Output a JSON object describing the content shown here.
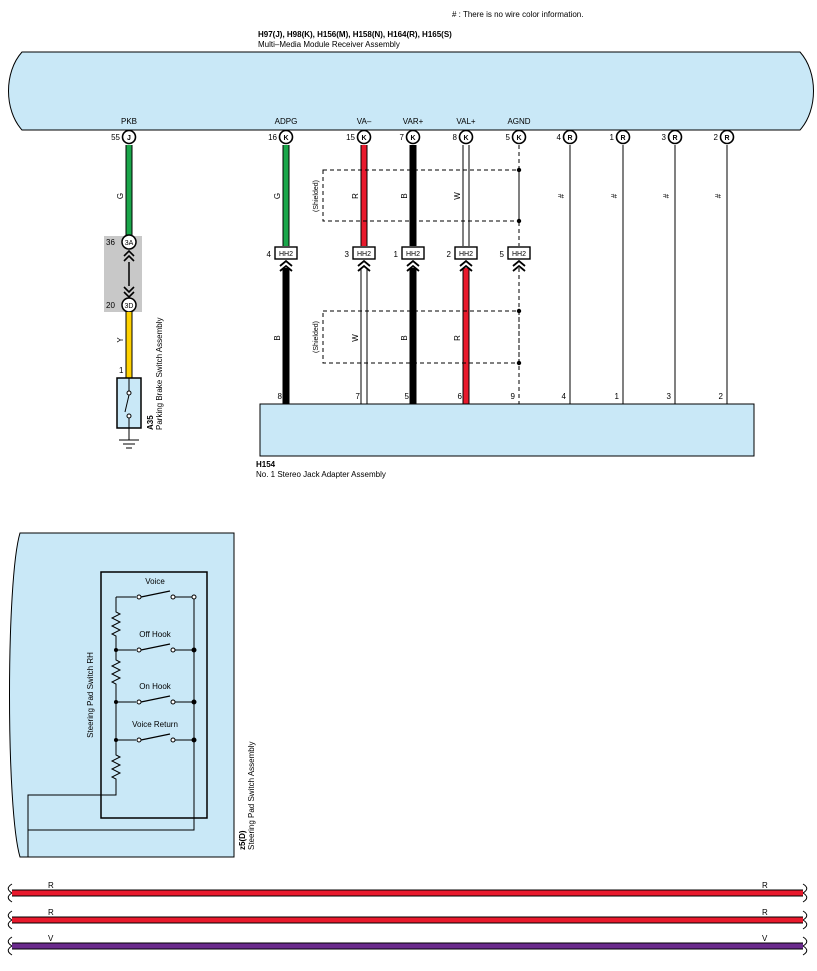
{
  "note": "# : There is no wire color information.",
  "receiver": {
    "connectors": "H97(J), H98(K), H156(M), H158(N), H164(R), H165(S)",
    "name": "Multi–Media Module Receiver Assembly"
  },
  "terminals": [
    {
      "signal": "PKB",
      "pin": "55",
      "conn": "J"
    },
    {
      "signal": "ADPG",
      "pin": "16",
      "conn": "K"
    },
    {
      "signal": "VA–",
      "pin": "15",
      "conn": "K"
    },
    {
      "signal": "VAR+",
      "pin": "7",
      "conn": "K"
    },
    {
      "signal": "VAL+",
      "pin": "8",
      "conn": "K"
    },
    {
      "signal": "AGND",
      "pin": "5",
      "conn": "K"
    },
    {
      "signal": "",
      "pin": "4",
      "conn": "R"
    },
    {
      "signal": "",
      "pin": "1",
      "conn": "R"
    },
    {
      "signal": "",
      "pin": "3",
      "conn": "R"
    },
    {
      "signal": "",
      "pin": "2",
      "conn": "R"
    }
  ],
  "upper_wire_colors": [
    "G",
    "G",
    "R",
    "B",
    "W",
    "#",
    "#",
    "#",
    "#"
  ],
  "hh2": [
    {
      "pin": "4",
      "label": "HH2"
    },
    {
      "pin": "3",
      "label": "HH2"
    },
    {
      "pin": "1",
      "label": "HH2"
    },
    {
      "pin": "2",
      "label": "HH2"
    },
    {
      "pin": "5",
      "label": "HH2"
    }
  ],
  "lower_wire_colors": [
    "B",
    "W",
    "B",
    "R"
  ],
  "shielded": "(Shielded)",
  "bottom_pins": [
    "8",
    "7",
    "5",
    "6",
    "9",
    "4",
    "1",
    "3",
    "2"
  ],
  "jack": {
    "code": "H154",
    "name": "No.  1 Stereo Jack Adapter Assembly"
  },
  "junction": {
    "top_pin": "36",
    "top_conn": "3A",
    "bottom_pin": "20",
    "bottom_conn": "3D",
    "lower_wire": "Y"
  },
  "brake": {
    "pin": "1",
    "code": "A35",
    "name": "Parking Brake Switch Assembly"
  },
  "steering": {
    "inner_name": "Steering Pad Switch RH",
    "code": "z5(D)",
    "name": "Steering Pad Switch Assembly",
    "switches": [
      "Voice",
      "Off Hook",
      "On Hook",
      "Voice Return"
    ]
  },
  "cables": [
    {
      "left": "R",
      "right": "R",
      "color": "#e8192c"
    },
    {
      "left": "R",
      "right": "R",
      "color": "#e8192c"
    },
    {
      "left": "V",
      "right": "V",
      "color": "#6a2a8c"
    }
  ],
  "colors": {
    "panel": "#c9e8f7",
    "green": "#1aa64a",
    "red": "#e8192c",
    "yellow": "#ffd200",
    "violet": "#6a2a8c",
    "gray": "#c8c8c8"
  }
}
